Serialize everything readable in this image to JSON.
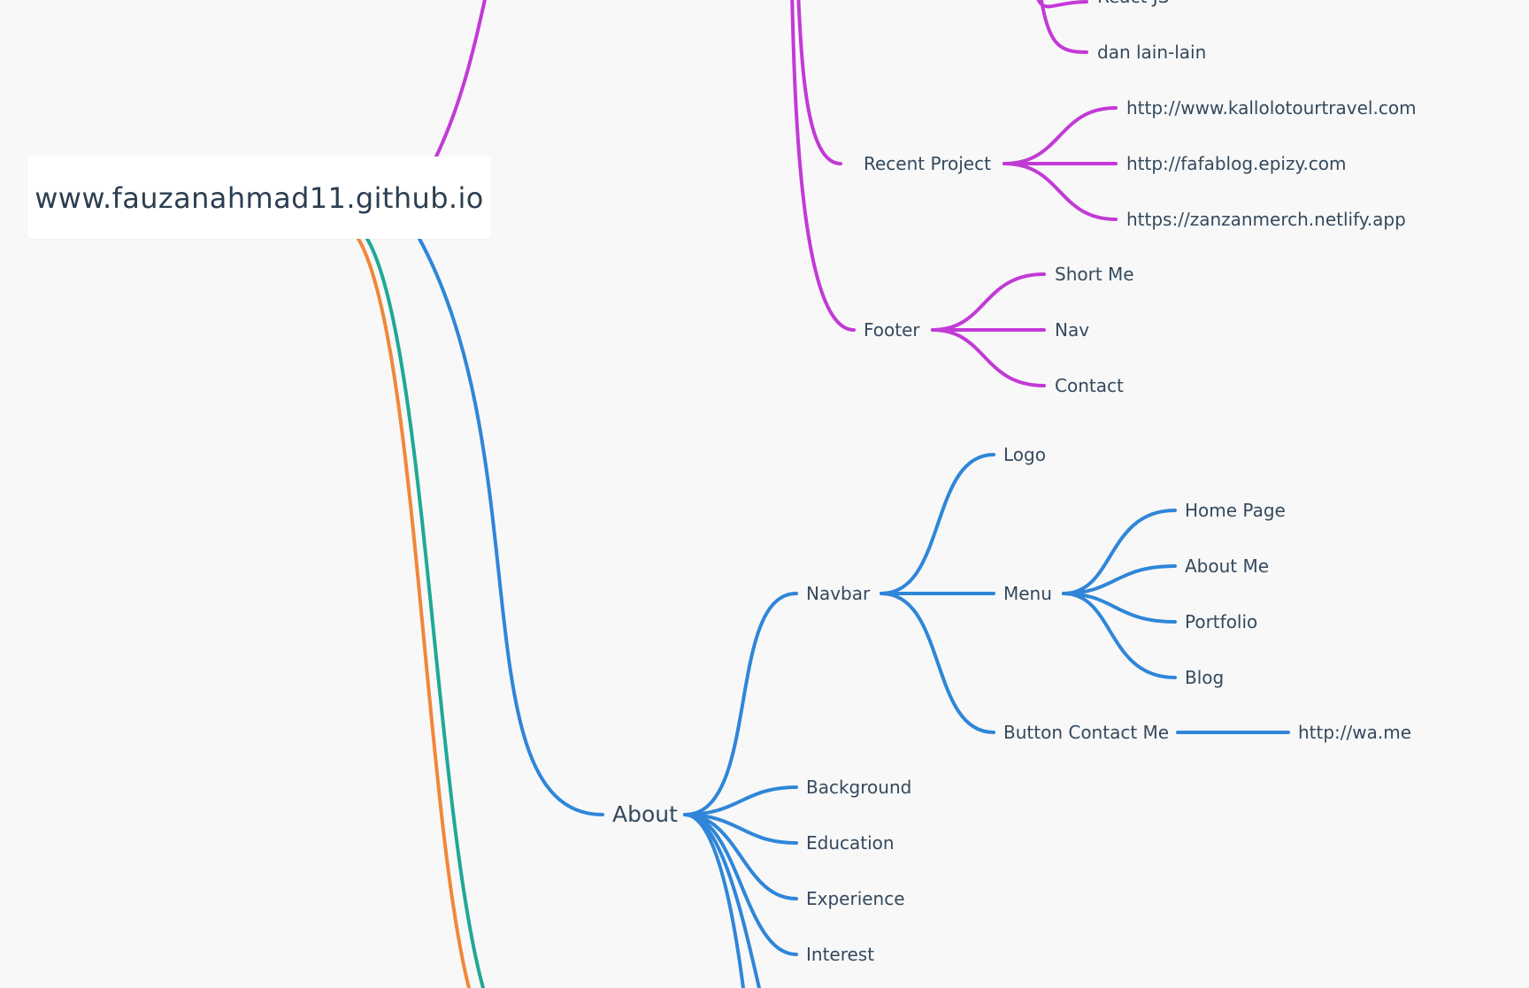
{
  "root": {
    "label": "www.fauzanahmad11.github.io"
  },
  "colors": {
    "background": "#f8f8f8",
    "node_box": "#ffffff",
    "text": "#2c3e50",
    "purple_branch": "#c23ad6",
    "blue_branch": "#2f86d8",
    "teal_branch": "#1fa896",
    "orange_branch": "#f0873a"
  },
  "purple_branch": {
    "tech_items": [
      "React JS",
      "dan lain-lain"
    ],
    "recent_project": {
      "label": "Recent Project",
      "links": [
        "http://www.kallolotourtravel.com",
        "http://fafablog.epizy.com",
        "https://zanzanmerch.netlify.app"
      ]
    },
    "footer": {
      "label": "Footer",
      "items": [
        "Short Me",
        "Nav",
        "Contact"
      ]
    }
  },
  "about": {
    "label": "About",
    "navbar": {
      "label": "Navbar",
      "logo": "Logo",
      "menu": {
        "label": "Menu",
        "items": [
          "Home Page",
          "About Me",
          "Portfolio",
          "Blog"
        ]
      },
      "button_contact": {
        "label": "Button Contact Me",
        "link": "http://wa.me"
      }
    },
    "sections": [
      "Background",
      "Education",
      "Experience",
      "Interest"
    ]
  }
}
